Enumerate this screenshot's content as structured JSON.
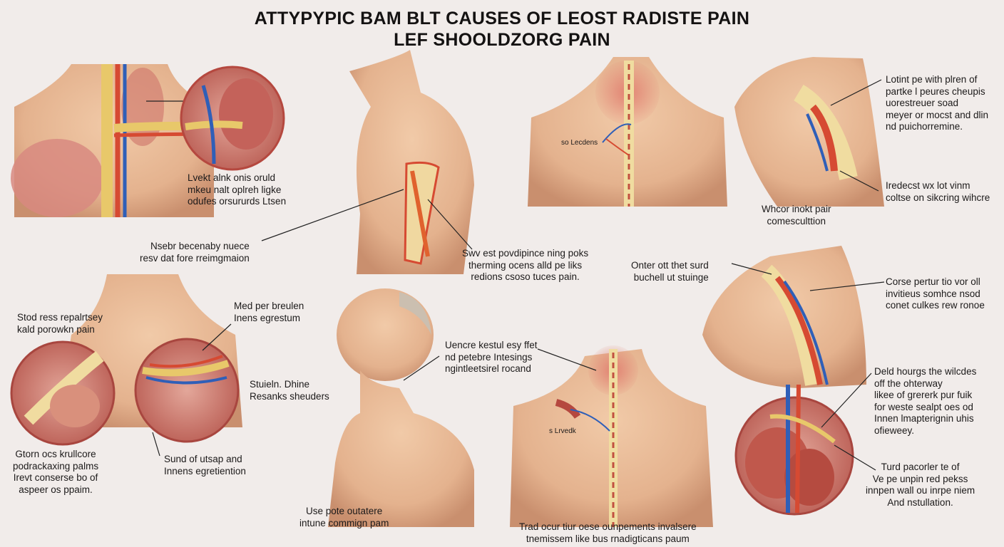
{
  "title": {
    "line1": "ATTYPYPIC BAM BLT CAUSES OF LEOST RADISTE PAIN",
    "line2": "LEF SHOOLDZORG PAIN"
  },
  "labels": {
    "l1": "Lvekt alnk onis oruld\nmkeu nalt oplreh ligke\nodufes orsururds Ltsen",
    "l2": "Nsebr becenaby nuece\nresv dat fore rreimgmaion",
    "l3": "Swv est povdipince ning poks\ntherming ocens alld pe liks\nredions csoso tuces pain.",
    "l4": "so Lecdens",
    "l5": "Whcor inokt pair\ncomesculttion",
    "l6": "Lotint pe with plren of\npartke l peures cheupis\nuorestreuer soad\nmeyer or mocst and dlin\nnd puichorremine.",
    "l7": "Iredecst wx lot vinm\ncoltse on sikcring wihcre",
    "l8": "Onter ott thet surd\nbuchell ut stuinge",
    "l9": "Corse pertur tio vor oll\ninvitieus somhce nsod\nconet culkes rew ronoe",
    "l10": "Stod ress repalrtsey\nkald porowkn pain",
    "l11": "Med per breulen\nInens egrestum",
    "l12": "Gtorn ocs krullcore\npodrackaxing palms\nIrevt conserse bo of\naspeer os ppaim.",
    "l13": "Sund of utsap and\nInnens egretiention",
    "l14": "Stuieln. Dhine\nResanks sheuders",
    "l15": "Uencre kestul esy ffet\nnd petebre Intesings\nngintleetsirel rocand",
    "l16": "Use pote outatere\nintune commign pam",
    "l17": "s Lrvedk",
    "l18": "Trad ocur tiur oese ounpements invalsere\ntnemissem like bus rnadigticans paum",
    "l19": "Deld hourgs the wilcdes\noff the ohterway\nlikee of grererk pur fuik\nfor weste sealpt oes od\nInnen lmapterignin uhis\nofieweey.",
    "l20": "Turd pacorler te of\nVe pe unpin red pekss\ninnpen wall ou inrpe niem\nAnd nstullation."
  },
  "colors": {
    "background": "#f1ecea",
    "skin": "#e8bb98",
    "skin_shadow": "#c98f6e",
    "artery": "#d64a32",
    "vein": "#2f5fb8",
    "nerve": "#e8c86a",
    "muscle": "#d77a6e",
    "organ": "#b5483f"
  }
}
